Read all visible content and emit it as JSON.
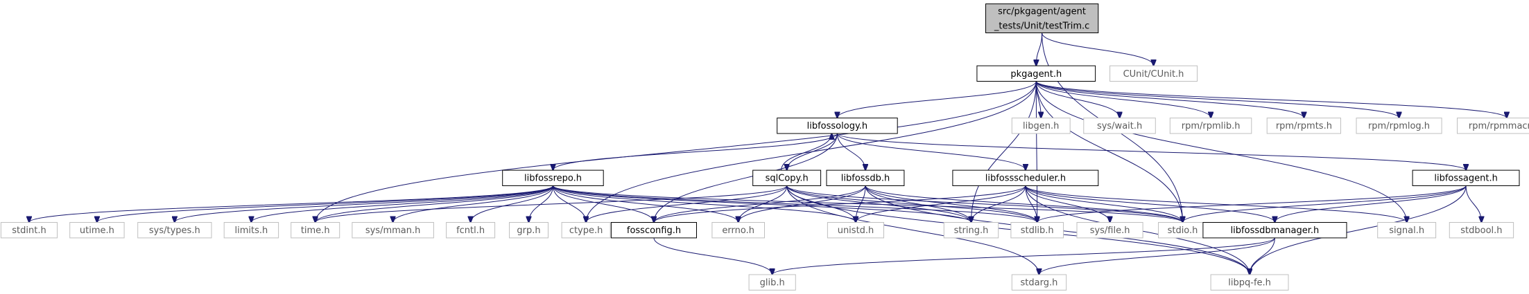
{
  "colors": {
    "edge": "#191970",
    "root_fill": "#bfbfbf",
    "node_border": "#000000",
    "external_border": "#bfbfbf",
    "external_text": "#5a5a5a"
  },
  "nodes": {
    "root": {
      "lines": [
        "src/pkgagent/agent",
        "_tests/Unit/testTrim.c"
      ],
      "style": "root"
    },
    "pkgagent_h": {
      "lines": [
        "pkgagent.h"
      ],
      "style": "solid"
    },
    "cunit_h": {
      "lines": [
        "CUnit/CUnit.h"
      ],
      "style": "gray"
    },
    "libfossology_h": {
      "lines": [
        "libfossology.h"
      ],
      "style": "solid"
    },
    "libgen_h": {
      "lines": [
        "libgen.h"
      ],
      "style": "gray"
    },
    "sys_wait_h": {
      "lines": [
        "sys/wait.h"
      ],
      "style": "gray"
    },
    "rpmlib_h": {
      "lines": [
        "rpm/rpmlib.h"
      ],
      "style": "gray"
    },
    "rpmts_h": {
      "lines": [
        "rpm/rpmts.h"
      ],
      "style": "gray"
    },
    "rpmlog_h": {
      "lines": [
        "rpm/rpmlog.h"
      ],
      "style": "gray"
    },
    "rpmmacro_h": {
      "lines": [
        "rpm/rpmmacro.h"
      ],
      "style": "gray"
    },
    "libfossrepo_h": {
      "lines": [
        "libfossrepo.h"
      ],
      "style": "solid"
    },
    "sqlcopy_h": {
      "lines": [
        "sqlCopy.h"
      ],
      "style": "solid"
    },
    "libfossdb_h": {
      "lines": [
        "libfossdb.h"
      ],
      "style": "solid"
    },
    "libfossscheduler_h": {
      "lines": [
        "libfossscheduler.h"
      ],
      "style": "solid"
    },
    "libfossagent_h": {
      "lines": [
        "libfossagent.h"
      ],
      "style": "solid"
    },
    "stdint_h": {
      "lines": [
        "stdint.h"
      ],
      "style": "gray"
    },
    "utime_h": {
      "lines": [
        "utime.h"
      ],
      "style": "gray"
    },
    "sys_types_h": {
      "lines": [
        "sys/types.h"
      ],
      "style": "gray"
    },
    "limits_h": {
      "lines": [
        "limits.h"
      ],
      "style": "gray"
    },
    "time_h": {
      "lines": [
        "time.h"
      ],
      "style": "gray"
    },
    "sys_mman_h": {
      "lines": [
        "sys/mman.h"
      ],
      "style": "gray"
    },
    "fcntl_h": {
      "lines": [
        "fcntl.h"
      ],
      "style": "gray"
    },
    "grp_h": {
      "lines": [
        "grp.h"
      ],
      "style": "gray"
    },
    "ctype_h": {
      "lines": [
        "ctype.h"
      ],
      "style": "gray"
    },
    "fossconfig_h": {
      "lines": [
        "fossconfig.h"
      ],
      "style": "solid"
    },
    "errno_h": {
      "lines": [
        "errno.h"
      ],
      "style": "gray"
    },
    "unistd_h": {
      "lines": [
        "unistd.h"
      ],
      "style": "gray"
    },
    "string_h": {
      "lines": [
        "string.h"
      ],
      "style": "gray"
    },
    "stdlib_h": {
      "lines": [
        "stdlib.h"
      ],
      "style": "gray"
    },
    "sys_file_h": {
      "lines": [
        "sys/file.h"
      ],
      "style": "gray"
    },
    "stdio_h": {
      "lines": [
        "stdio.h"
      ],
      "style": "gray"
    },
    "libfossdbmanager_h": {
      "lines": [
        "libfossdbmanager.h"
      ],
      "style": "solid"
    },
    "signal_h": {
      "lines": [
        "signal.h"
      ],
      "style": "gray"
    },
    "stdbool_h": {
      "lines": [
        "stdbool.h"
      ],
      "style": "gray"
    },
    "glib_h": {
      "lines": [
        "glib.h"
      ],
      "style": "gray"
    },
    "stdarg_h": {
      "lines": [
        "stdarg.h"
      ],
      "style": "gray"
    },
    "libpq_fe_h": {
      "lines": [
        "libpq-fe.h"
      ],
      "style": "gray"
    }
  },
  "edges": [
    [
      "root",
      "pkgagent_h"
    ],
    [
      "root",
      "cunit_h"
    ],
    [
      "root",
      "stdio_h"
    ],
    [
      "pkgagent_h",
      "libfossology_h"
    ],
    [
      "pkgagent_h",
      "libgen_h"
    ],
    [
      "pkgagent_h",
      "sys_wait_h"
    ],
    [
      "pkgagent_h",
      "rpmlib_h"
    ],
    [
      "pkgagent_h",
      "rpmts_h"
    ],
    [
      "pkgagent_h",
      "rpmlog_h"
    ],
    [
      "pkgagent_h",
      "rpmmacro_h"
    ],
    [
      "pkgagent_h",
      "time_h"
    ],
    [
      "pkgagent_h",
      "ctype_h"
    ],
    [
      "pkgagent_h",
      "string_h"
    ],
    [
      "pkgagent_h",
      "stdlib_h"
    ],
    [
      "pkgagent_h",
      "stdio_h"
    ],
    [
      "pkgagent_h",
      "signal_h"
    ],
    [
      "libfossology_h",
      "libfossrepo_h"
    ],
    [
      "libfossology_h",
      "sqlcopy_h"
    ],
    [
      "libfossology_h",
      "libfossdb_h"
    ],
    [
      "libfossology_h",
      "libfossscheduler_h"
    ],
    [
      "libfossology_h",
      "libfossagent_h"
    ],
    [
      "libfossology_h",
      "fossconfig_h"
    ],
    [
      "sqlcopy_h",
      "libfossology_h"
    ],
    [
      "libfossrepo_h",
      "stdint_h"
    ],
    [
      "libfossrepo_h",
      "utime_h"
    ],
    [
      "libfossrepo_h",
      "sys_types_h"
    ],
    [
      "libfossrepo_h",
      "limits_h"
    ],
    [
      "libfossrepo_h",
      "time_h"
    ],
    [
      "libfossrepo_h",
      "sys_mman_h"
    ],
    [
      "libfossrepo_h",
      "fcntl_h"
    ],
    [
      "libfossrepo_h",
      "grp_h"
    ],
    [
      "libfossrepo_h",
      "ctype_h"
    ],
    [
      "libfossrepo_h",
      "fossconfig_h"
    ],
    [
      "libfossrepo_h",
      "errno_h"
    ],
    [
      "libfossrepo_h",
      "unistd_h"
    ],
    [
      "libfossrepo_h",
      "string_h"
    ],
    [
      "libfossrepo_h",
      "stdlib_h"
    ],
    [
      "libfossrepo_h",
      "stdio_h"
    ],
    [
      "sqlcopy_h",
      "ctype_h"
    ],
    [
      "sqlcopy_h",
      "errno_h"
    ],
    [
      "sqlcopy_h",
      "unistd_h"
    ],
    [
      "sqlcopy_h",
      "string_h"
    ],
    [
      "sqlcopy_h",
      "stdlib_h"
    ],
    [
      "sqlcopy_h",
      "stdio_h"
    ],
    [
      "sqlcopy_h",
      "stdarg_h"
    ],
    [
      "sqlcopy_h",
      "libpq_fe_h"
    ],
    [
      "sqlcopy_h",
      "time_h"
    ],
    [
      "libfossdb_h",
      "errno_h"
    ],
    [
      "libfossdb_h",
      "unistd_h"
    ],
    [
      "libfossdb_h",
      "string_h"
    ],
    [
      "libfossdb_h",
      "stdlib_h"
    ],
    [
      "libfossdb_h",
      "stdio_h"
    ],
    [
      "libfossdb_h",
      "libpq_fe_h"
    ],
    [
      "libfossdb_h",
      "fossconfig_h"
    ],
    [
      "libfossscheduler_h",
      "fossconfig_h"
    ],
    [
      "libfossscheduler_h",
      "unistd_h"
    ],
    [
      "libfossscheduler_h",
      "string_h"
    ],
    [
      "libfossscheduler_h",
      "stdlib_h"
    ],
    [
      "libfossscheduler_h",
      "sys_file_h"
    ],
    [
      "libfossscheduler_h",
      "stdio_h"
    ],
    [
      "libfossscheduler_h",
      "libfossdbmanager_h"
    ],
    [
      "libfossscheduler_h",
      "signal_h"
    ],
    [
      "libfossscheduler_h",
      "libpq_fe_h"
    ],
    [
      "libfossagent_h",
      "stdlib_h"
    ],
    [
      "libfossagent_h",
      "stdio_h"
    ],
    [
      "libfossagent_h",
      "libfossdbmanager_h"
    ],
    [
      "libfossagent_h",
      "stdbool_h"
    ],
    [
      "libfossagent_h",
      "libpq_fe_h"
    ],
    [
      "fossconfig_h",
      "glib_h"
    ],
    [
      "libfossdbmanager_h",
      "glib_h"
    ],
    [
      "libfossdbmanager_h",
      "stdarg_h"
    ],
    [
      "libfossdbmanager_h",
      "libpq_fe_h"
    ]
  ]
}
